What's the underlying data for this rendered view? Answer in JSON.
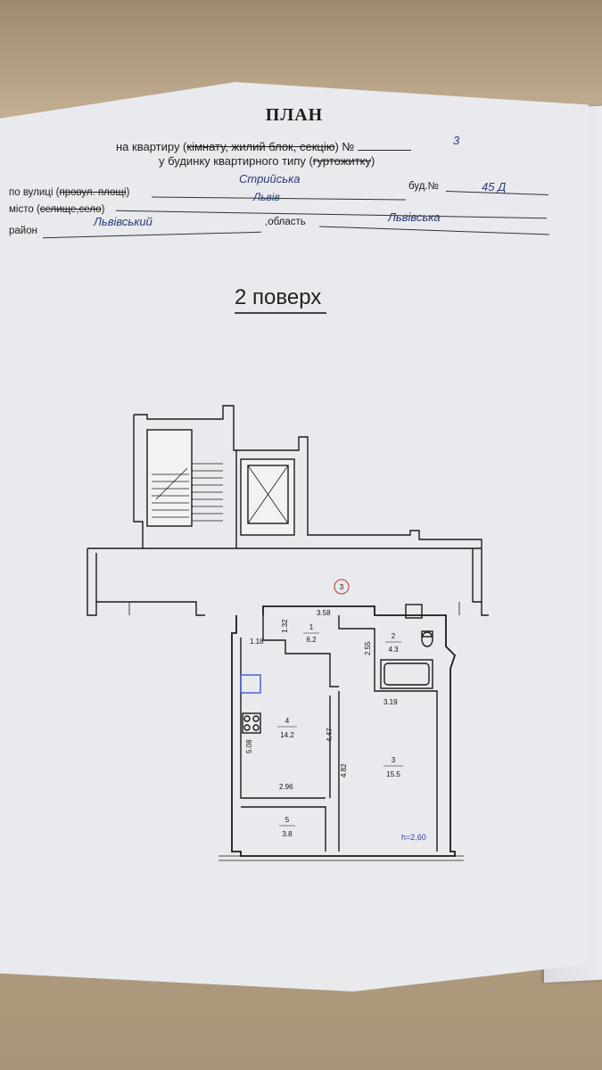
{
  "header": {
    "title": "ПЛАН",
    "line1_prefix": "на квартиру (",
    "line1_strike": "кімнату, жилий блок, секцію",
    "line1_suffix": ") №",
    "apartment_number": "3",
    "line2_prefix": "у будинку квартирного типу (",
    "line2_strike": "гуртожитку",
    "line2_suffix": ")"
  },
  "address": {
    "street_label": "по вулиці (",
    "street_label_strike": "провул. площі",
    "street_label_end": ")",
    "street_value": "Стрийська",
    "building_label": "буд.№",
    "building_value": "45 Д",
    "city_label": "місто (",
    "city_label_strike": "селище,село",
    "city_label_end": ")",
    "city_value": "Львів",
    "district_label": "район",
    "district_value": "Львівський",
    "region_label": ",область",
    "region_value": "Львівська"
  },
  "floor_title": "2 поверх",
  "plan": {
    "circle_label": "3",
    "height_note": "h=2,60",
    "rooms": [
      {
        "num": "1",
        "area": "6.2"
      },
      {
        "num": "2",
        "area": "4.3"
      },
      {
        "num": "3",
        "area": "15.5"
      },
      {
        "num": "4",
        "area": "14.2"
      },
      {
        "num": "5",
        "area": "3.8"
      }
    ],
    "dimensions": [
      "3.58",
      "1.32",
      "1.18",
      "2.55",
      "3.19",
      "4.47",
      "5.08",
      "4.82",
      "2.96"
    ]
  }
}
